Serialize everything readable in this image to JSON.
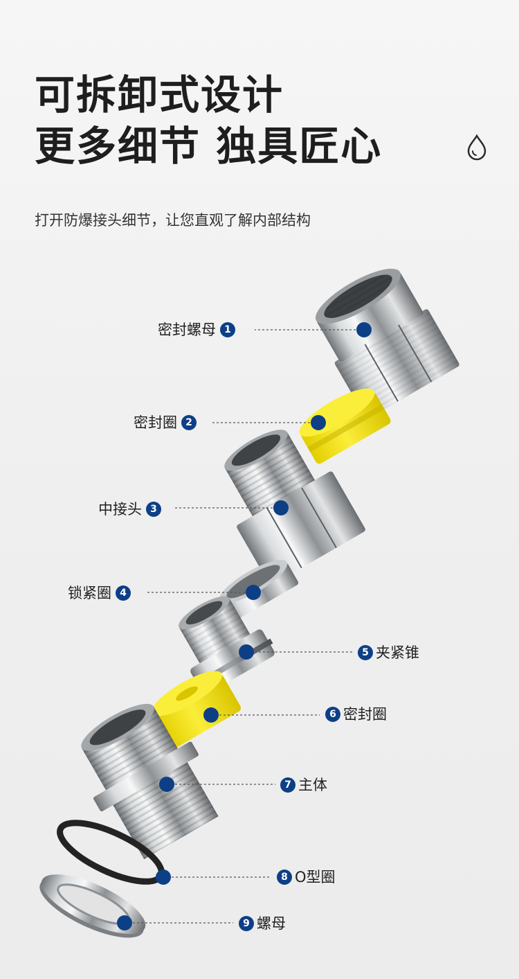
{
  "headline": {
    "line1": "可拆卸式设计",
    "line2": "更多细节 独具匠心"
  },
  "subtitle": "打开防爆接头细节，让您直观了解内部结构",
  "icon": "water-drop-icon",
  "colors": {
    "marker": "#0d3f86",
    "seal_yellow": "#f2e10f",
    "steel": "#b9bcbf",
    "oring": "#2a2a2a"
  },
  "parts": [
    {
      "num": "1",
      "name": "密封螺母"
    },
    {
      "num": "2",
      "name": "密封圈"
    },
    {
      "num": "3",
      "name": "中接头"
    },
    {
      "num": "4",
      "name": "锁紧圈"
    },
    {
      "num": "5",
      "name": "夹紧锥"
    },
    {
      "num": "6",
      "name": "密封圈"
    },
    {
      "num": "7",
      "name": "主体"
    },
    {
      "num": "8",
      "name": "O型圈"
    },
    {
      "num": "9",
      "name": "螺母"
    }
  ]
}
